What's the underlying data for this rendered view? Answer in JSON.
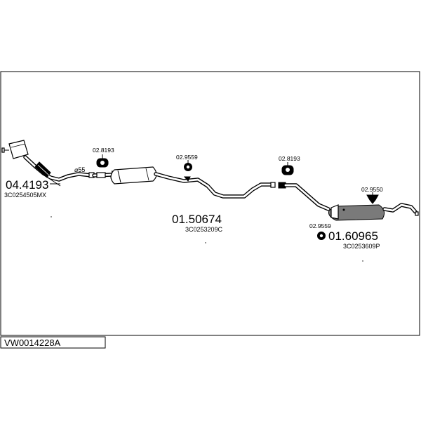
{
  "drawing_id": "VW0014228A",
  "parts": {
    "front_pipe": {
      "part_no": "04.4193",
      "oe_code": "3C0254505MX"
    },
    "pipe_diameter": "⌀55",
    "hanger_front": "02.8193",
    "hanger_mid": "02.9559",
    "middle_silencer": {
      "part_no": "01.50674",
      "oe_code": "3C0253209C"
    },
    "hanger_rear_top": "02.8193",
    "hanger_rear_right": "02.9550",
    "hanger_rear_bottom": "02.9559",
    "rear_silencer": {
      "part_no": "01.60965",
      "oe_code": "3C0253609P"
    }
  },
  "colors": {
    "line": "#000000",
    "background": "#ffffff",
    "fill_gray": "#7a7a7a"
  }
}
